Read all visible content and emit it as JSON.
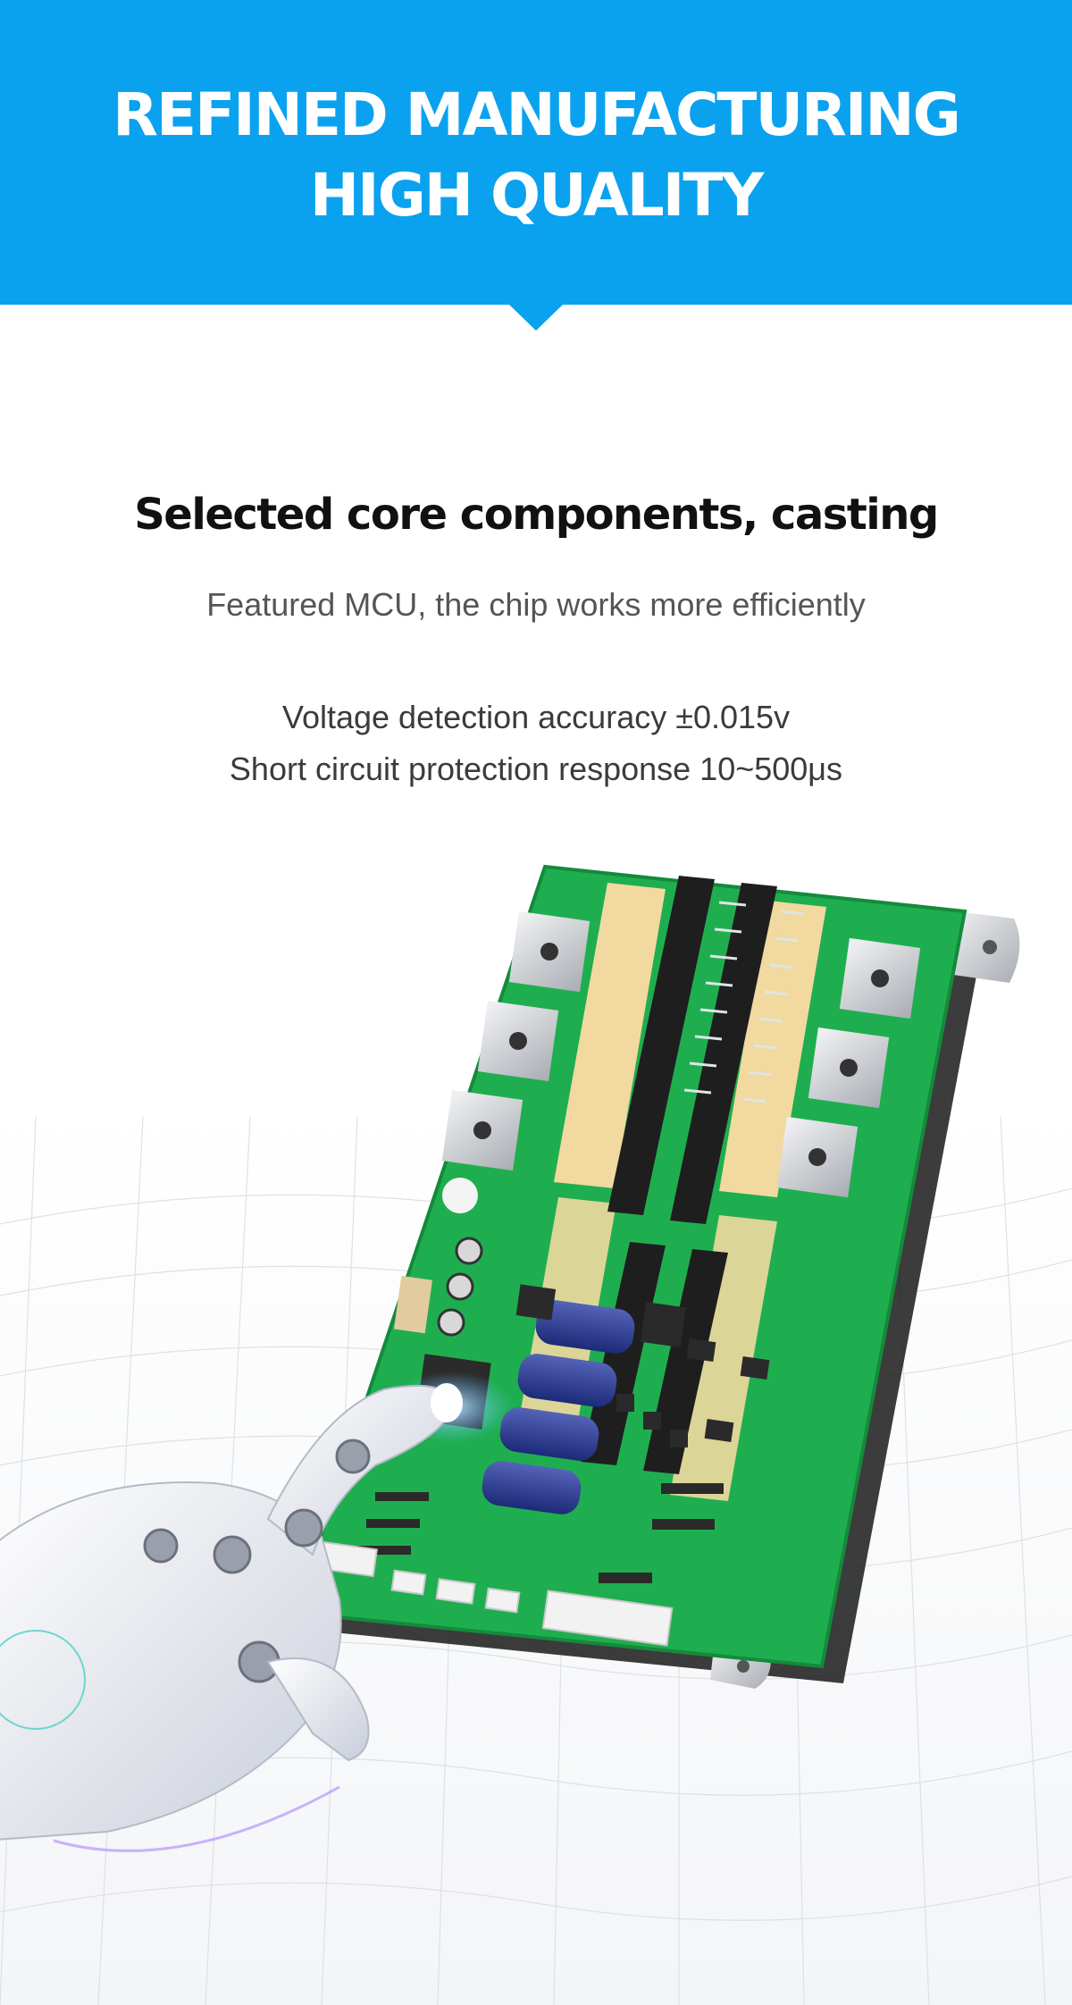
{
  "banner": {
    "title_line1": "REFINED MANUFACTURING",
    "title_line2": "HIGH QUALITY",
    "color": "#0aa2ee"
  },
  "content": {
    "headline": "Selected core components, casting",
    "subline": "Featured MCU, the chip works more efficiently",
    "spec1": "Voltage detection accuracy ±0.015v",
    "spec2": "Short circuit protection response 10~500μs"
  },
  "illustration": {
    "board": "bms-circuit-board",
    "hand": "robotic-hand",
    "board_color": "#1fae4f"
  }
}
